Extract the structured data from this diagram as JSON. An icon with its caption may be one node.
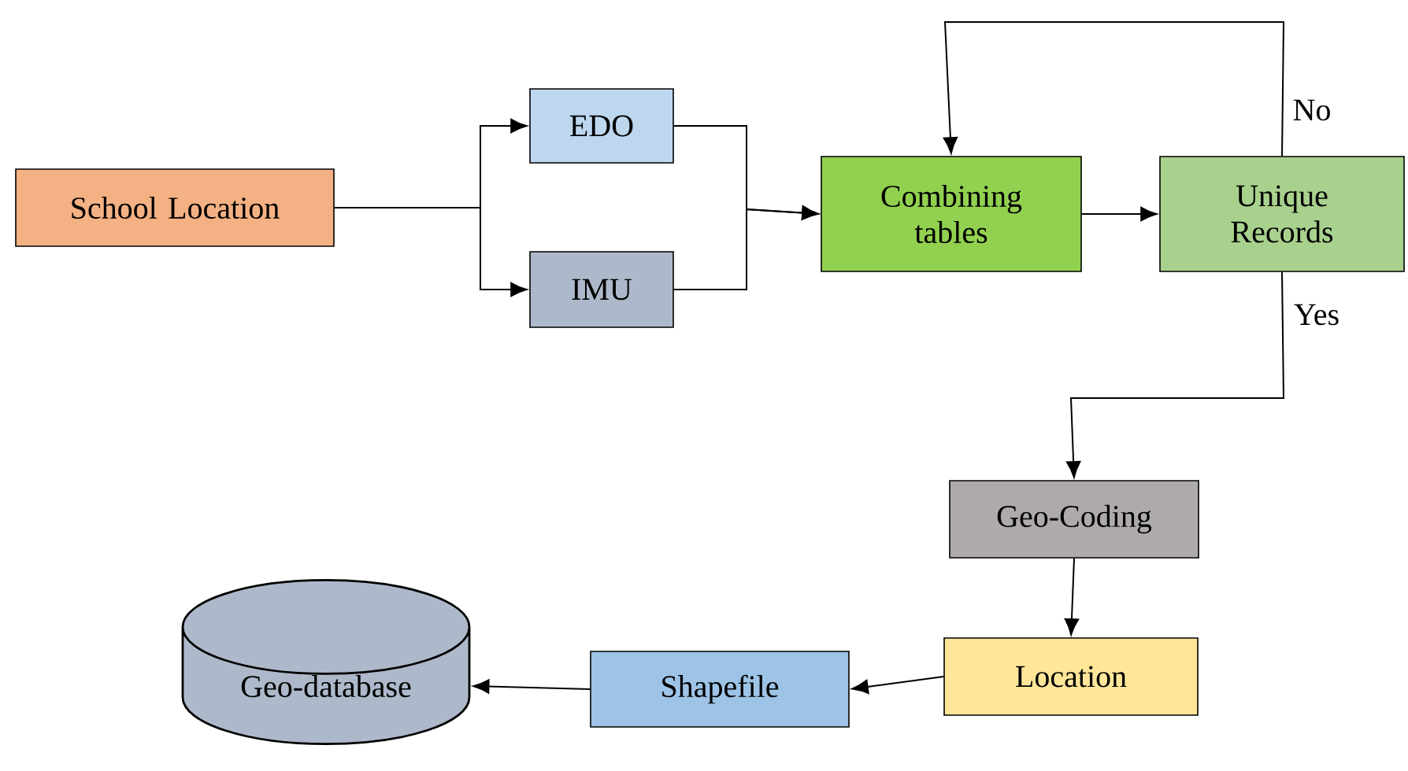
{
  "diagram": {
    "nodes": [
      {
        "text": [
          "School Location"
        ]
      },
      {
        "text": [
          "EDO"
        ]
      },
      {
        "text": [
          "IMU"
        ]
      },
      {
        "text": [
          "Combining tables"
        ]
      },
      {
        "text": [
          "Unique Records"
        ]
      },
      {
        "text": [
          "Geo-Coding"
        ]
      },
      {
        "text": [
          "Location"
        ]
      },
      {
        "text": [
          "Shapefile"
        ]
      },
      {
        "text": [
          "Geo-database"
        ]
      }
    ],
    "edges": [
      {
        "from": 0,
        "to": 1,
        "arrow": "to"
      },
      {
        "from": 0,
        "to": 2,
        "arrow": "to"
      },
      {
        "from": 1,
        "to": 3,
        "arrow": "to"
      },
      {
        "from": 2,
        "to": 3,
        "arrow": "to"
      },
      {
        "from": 3,
        "to": 4,
        "arrow": "to"
      },
      {
        "from": 4,
        "to": 3,
        "arrow": "to",
        "label": "No"
      },
      {
        "from": 4,
        "to": 5,
        "arrow": "to",
        "label": "Yes"
      },
      {
        "from": 5,
        "to": 6,
        "arrow": "to"
      },
      {
        "from": 6,
        "to": 7,
        "arrow": "to"
      },
      {
        "from": 7,
        "to": 8,
        "arrow": "to"
      }
    ]
  }
}
